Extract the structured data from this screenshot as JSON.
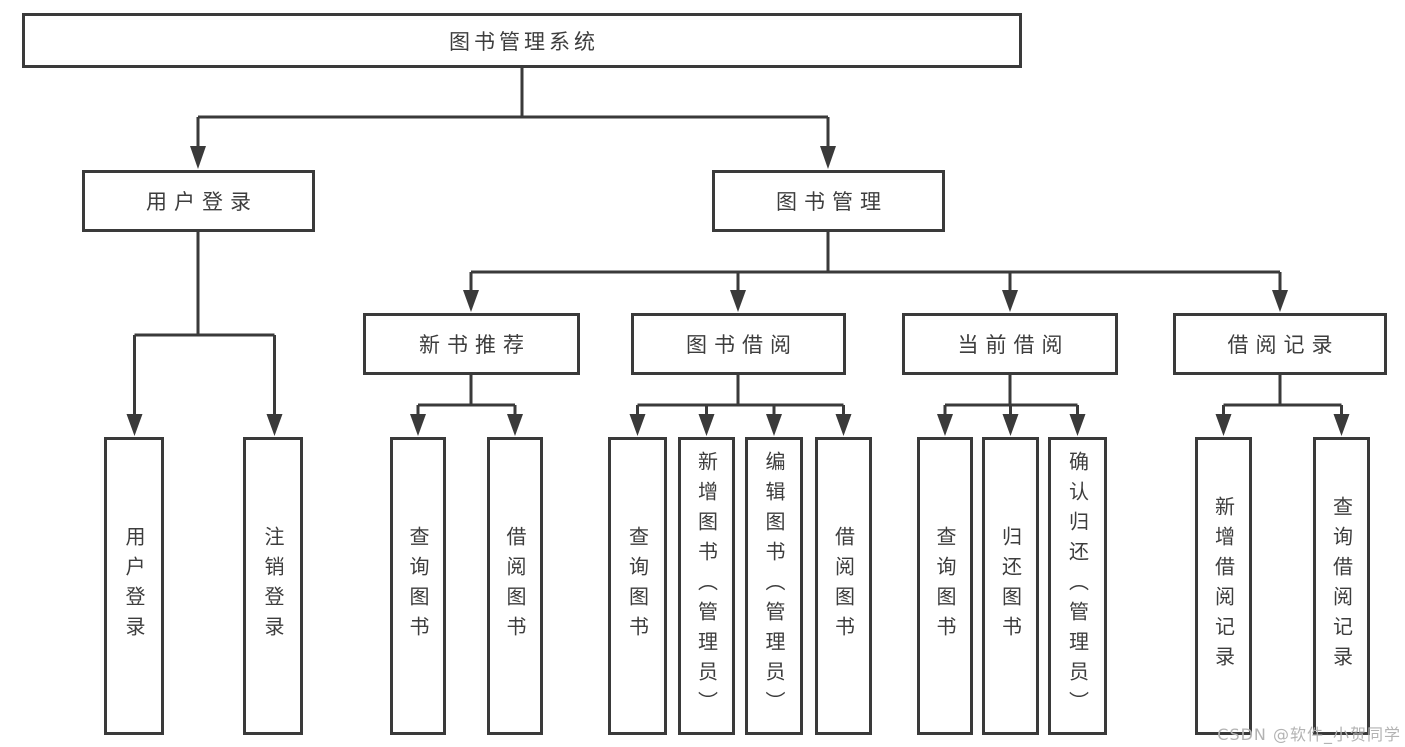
{
  "diagram": {
    "root": {
      "label": "图书管理系统"
    },
    "branches": [
      {
        "label": "用户登录",
        "children": [
          "用户登录",
          "注销登录"
        ]
      },
      {
        "label": "图书管理",
        "sections": [
          {
            "label": "新书推荐",
            "children": [
              "查询图书",
              "借阅图书"
            ]
          },
          {
            "label": "图书借阅",
            "children": [
              "查询图书",
              "新增图书（管理员）",
              "编辑图书（管理员）",
              "借阅图书"
            ]
          },
          {
            "label": "当前借阅",
            "children": [
              "查询图书",
              "归还图书",
              "确认归还（管理员）"
            ]
          },
          {
            "label": "借阅记录",
            "children": [
              "新增借阅记录",
              "查询借阅记录"
            ]
          }
        ]
      }
    ],
    "watermark": "CSDN @软件_小贺同学",
    "colors": {
      "line": "#3a3a3a",
      "text": "#3d3d3d",
      "watermark": "#b3b3b3",
      "background": "#ffffff"
    }
  }
}
